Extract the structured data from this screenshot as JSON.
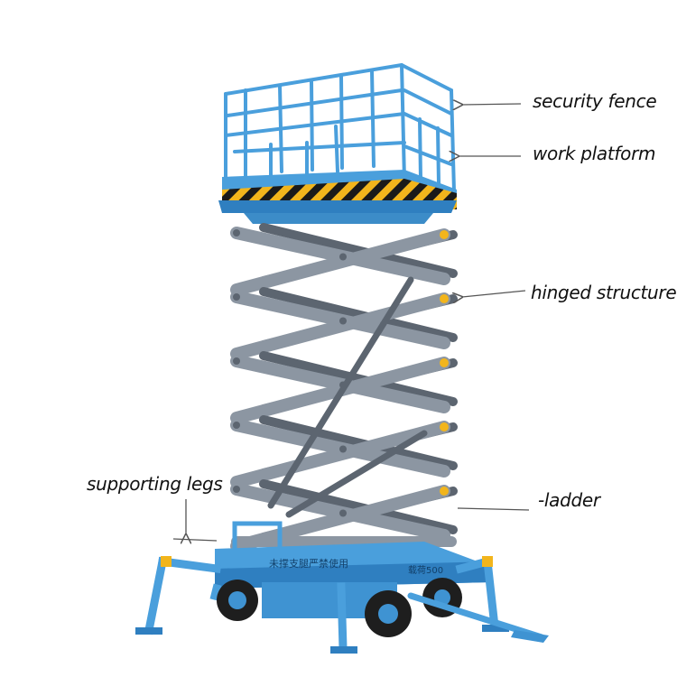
{
  "labels": {
    "security_fence": "security fence",
    "work_platform": "work platform",
    "hinged_structure": "hinged structure",
    "supporting_legs": "supporting legs",
    "ladder": "-ladder"
  },
  "base_text": {
    "left": "未撑支腿",
    "middle": "严禁使用",
    "right": "载荷500"
  },
  "colors": {
    "platform_blue": "#4a9fdc",
    "blue_dark": "#2f7fc0",
    "scissor_gray": "#8c96a2",
    "scissor_dark": "#5c6570",
    "hazard_yellow": "#f2b51c",
    "hazard_black": "#1a1a1a",
    "tire_black": "#1e1e1e",
    "arrow_gray": "#555555"
  }
}
